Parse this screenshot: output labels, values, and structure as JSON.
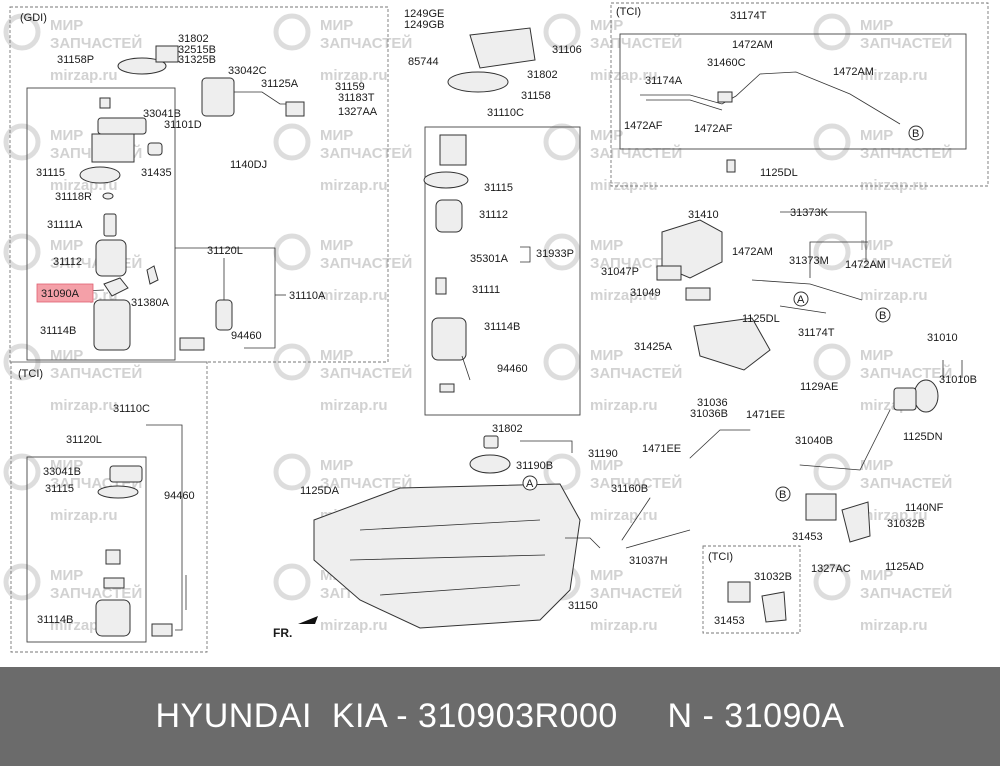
{
  "watermark": {
    "line1": "МИР",
    "line2": "ЗАПЧАСТЕЙ",
    "site": "mirzap.ru"
  },
  "sections": {
    "gdi": "(GDI)",
    "tci_top": "(TCI)",
    "tci_left": "(TCI)",
    "tci_small": "(TCI)"
  },
  "markers": {
    "a": "A",
    "b": "B"
  },
  "orientation": "FR.",
  "highlight_part": "31090A",
  "parts": {
    "p31802a": "31802",
    "p32515b": "32515B",
    "p31325b": "31325B",
    "p31158p": "31158P",
    "p33042c": "33042C",
    "p31125a": "31125A",
    "p31159": "31159",
    "p31183t": "31183T",
    "p1327aa": "1327AA",
    "p33041b": "33041B",
    "p31101d": "31101D",
    "p1140dj": "1140DJ",
    "p31435": "31435",
    "p31115a": "31115",
    "p31118r": "31118R",
    "p31111a": "31111A",
    "p31112a": "31112",
    "p31090a": "31090A",
    "p31380a": "31380A",
    "p31114ba": "31114B",
    "p31120la": "31120L",
    "p31110aa": "31110A",
    "p94460a": "94460",
    "p1249ge": "1249GE",
    "p1249gb": "1249GB",
    "p85744": "85744",
    "p31106": "31106",
    "p31802b": "31802",
    "p31158": "31158",
    "p31110ca": "31110C",
    "p31115b": "31115",
    "p31112b": "31112",
    "p35301a": "35301A",
    "p31933p": "31933P",
    "p31111b": "31111",
    "p31114bb": "31114B",
    "p94460b": "94460",
    "p31174t": "31174T",
    "p1472am1": "1472AM",
    "p31460c": "31460C",
    "p1472am2": "1472AM",
    "p31174a": "31174A",
    "p1472af1": "1472AF",
    "p1472af2": "1472AF",
    "p1125dl": "1125DL",
    "p31410": "31410",
    "p31373k": "31373K",
    "p1472am3": "1472AM",
    "p31373m": "31373M",
    "p1472am4": "1472AM",
    "p31047p": "31047P",
    "p31049": "31049",
    "p31174t2": "31174T",
    "p1125dl2": "1125DL",
    "p31425a": "31425A",
    "p1129ae": "1129AE",
    "p31010": "31010",
    "p31010b": "31010B",
    "p1125dn": "1125DN",
    "p31036": "31036",
    "p31036b": "31036B",
    "p1471ee1": "1471EE",
    "p1471ee2": "1471EE",
    "p31040b": "31040B",
    "p31160b": "31160B",
    "p31037h": "31037H",
    "p1140nf": "1140NF",
    "p31453a": "31453",
    "p31032ba": "31032B",
    "p1327ac": "1327AC",
    "p1125ad": "1125AD",
    "p31032bb": "31032B",
    "p31453b": "31453",
    "p31802c": "31802",
    "p31190": "31190",
    "p31190b": "31190B",
    "p1125da": "1125DA",
    "p31150": "31150",
    "p31110cb": "31110C",
    "p31120lb": "31120L",
    "p33041bb": "33041B",
    "p31115c": "31115",
    "p94460c": "94460",
    "p31114bc": "31114B"
  },
  "footer": {
    "brand": "HYUNDAI  KIA",
    "part_number": "310903R000",
    "ref": "N - 31090A"
  }
}
